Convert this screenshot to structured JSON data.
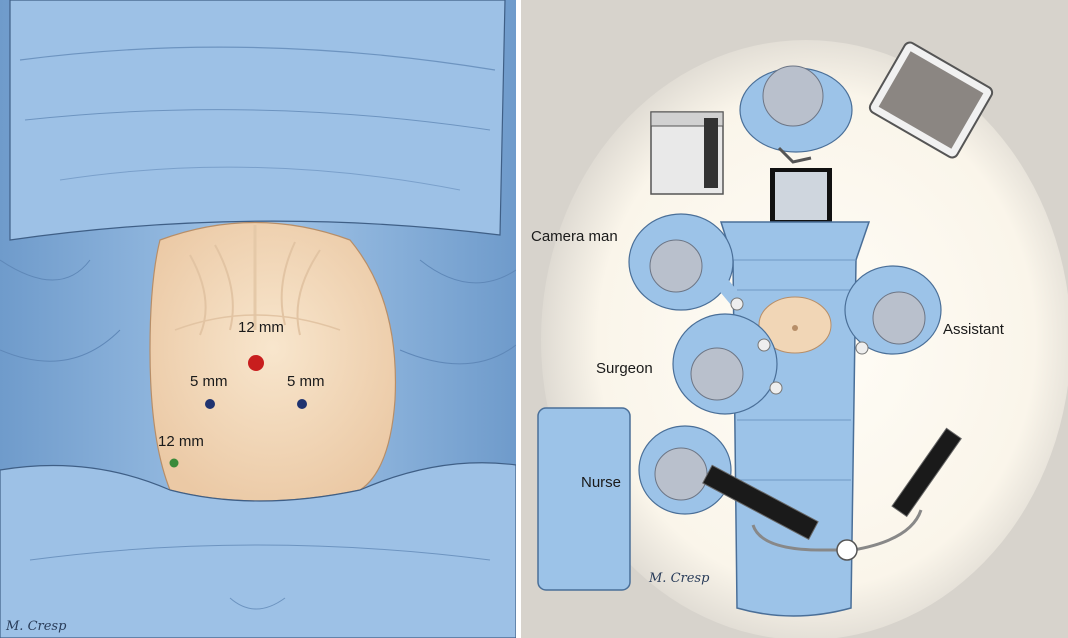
{
  "left_panel": {
    "port_labels": {
      "camera_port": "12 mm",
      "left_port": "5 mm",
      "right_port": "5 mm",
      "lateral_port": "12 mm"
    },
    "signature": "M. Cresp",
    "colors": {
      "drape": "#8fb6de",
      "skin": "#f3dcc0",
      "camera_port": "#c81e1e",
      "working_port": "#1f3370",
      "lateral_port": "#3a8a3a"
    }
  },
  "right_panel": {
    "role_labels": {
      "camera_man": "Camera man",
      "assistant": "Assistant",
      "surgeon": "Surgeon",
      "nurse": "Nurse"
    },
    "signature": "M. Cresp",
    "colors": {
      "background": "#d7d3cc",
      "spotlight": "#fffdf7",
      "gown": "#9cc3e8",
      "cap": "#b9c0cc"
    }
  }
}
